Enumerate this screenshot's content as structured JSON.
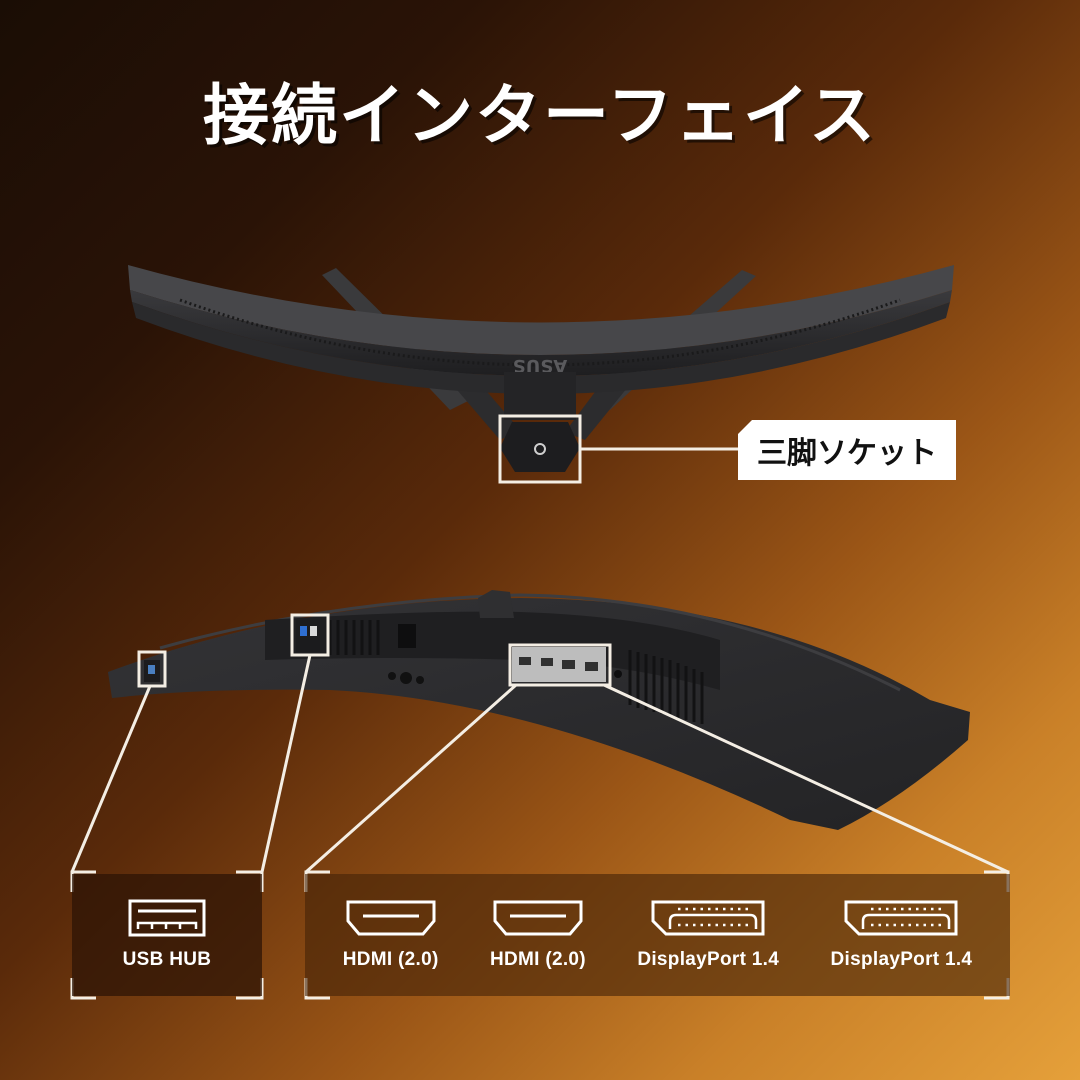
{
  "title": "接続インターフェイス",
  "callout": {
    "tripod_socket_label": "三脚ソケット"
  },
  "ports": {
    "usb": {
      "label": "USB HUB",
      "icon": "usb-port-icon"
    },
    "video": [
      {
        "label": "HDMI (2.0)",
        "icon": "hdmi-port-icon"
      },
      {
        "label": "HDMI (2.0)",
        "icon": "hdmi-port-icon"
      },
      {
        "label": "DisplayPort 1.4",
        "icon": "displayport-icon"
      },
      {
        "label": "DisplayPort 1.4",
        "icon": "displayport-icon"
      }
    ]
  },
  "monitor": {
    "brand_mark": "ASUS"
  },
  "colors": {
    "bg_top_left": "#1a0d05",
    "bg_bottom_right": "#e5a03a",
    "line": "#f4eee4",
    "monitor_body": "#2b2b2d"
  }
}
